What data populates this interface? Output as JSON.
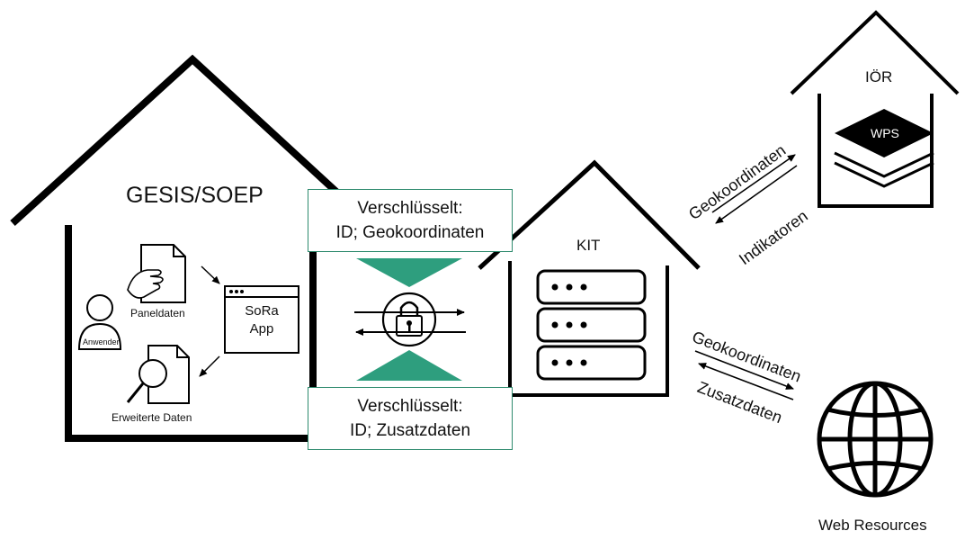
{
  "gesis": {
    "title": "GESIS/SOEP",
    "user_label": "Anwender",
    "panel_label": "Paneldaten",
    "extended_label": "Erweiterte Daten",
    "app_line1": "SoRa",
    "app_line2": "App"
  },
  "encrypted_top": {
    "line1": "Verschlüsselt:",
    "line2": "ID; Geokoordinaten"
  },
  "encrypted_bottom": {
    "line1": "Verschlüsselt:",
    "line2": "ID; Zusatzdaten"
  },
  "kit": {
    "title": "KIT"
  },
  "ior": {
    "title": "IÖR",
    "wps_label": "WPS"
  },
  "arrows_ior": {
    "to": "Geokoordinaten",
    "from": "Indikatoren"
  },
  "arrows_web": {
    "to": "Geokoordinaten",
    "from": "Zusatzdaten"
  },
  "web": {
    "label": "Web Resources"
  },
  "colors": {
    "accent": "#2e9e7e",
    "box_border": "#2e8b6e",
    "line": "#000000"
  }
}
